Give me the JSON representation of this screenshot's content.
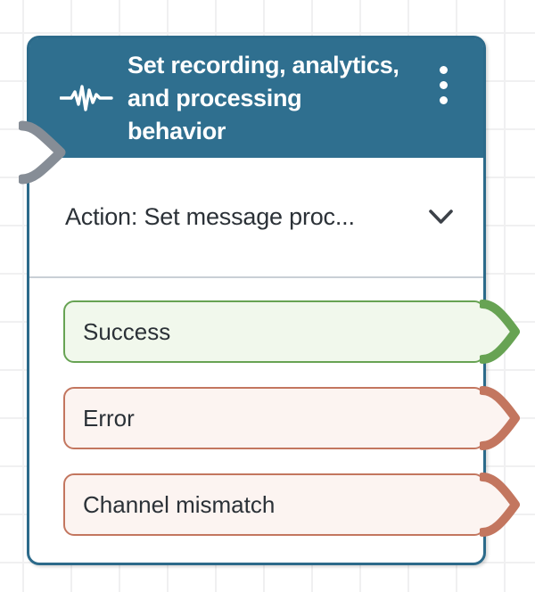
{
  "block": {
    "title": "Set recording, analytics, and processing behavior",
    "header_icon": "waveform-icon",
    "menu_icon": "kebab-menu-icon",
    "action_summary": "Action: Set message proc...",
    "outputs": [
      {
        "label": "Success",
        "type": "success"
      },
      {
        "label": "Error",
        "type": "error"
      },
      {
        "label": "Channel mismatch",
        "type": "error"
      }
    ]
  },
  "colors": {
    "header_bg": "#2F6F8F",
    "card_border": "#2C6A8A",
    "success_border": "#67A353",
    "success_fill": "#F1F8EC",
    "error_border": "#C3765F",
    "error_fill": "#FCF4F1",
    "connector_gray": "#868D96",
    "divider": "#C9CFD6",
    "text_dark": "#2B3137",
    "title_white": "#FFFFFF",
    "grid_line": "#F0F0F1",
    "canvas_bg": "#FFFFFF"
  }
}
